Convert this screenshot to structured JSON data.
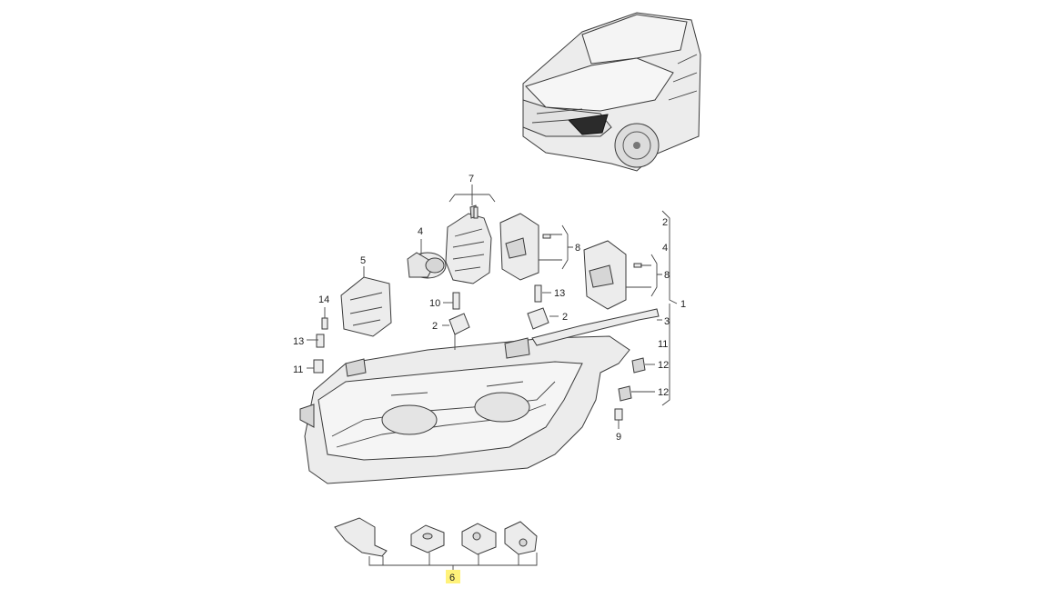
{
  "callouts": {
    "c7": "7",
    "c4": "4",
    "c5": "5",
    "c14": "14",
    "c13a": "13",
    "c11a": "11",
    "c10": "10",
    "c2a": "2",
    "c13b": "13",
    "c2b": "2",
    "c8a": "8",
    "c8b": "8",
    "c2c": "2",
    "c4b": "4",
    "c1": "1",
    "c3": "3",
    "c11b": "11",
    "c12a": "12",
    "c12b": "12",
    "c9": "9",
    "c6": "6"
  },
  "colors": {
    "highlight": "#fff27a",
    "line": "#3a3a3a",
    "headlight_dark": "#2b2b2b"
  }
}
